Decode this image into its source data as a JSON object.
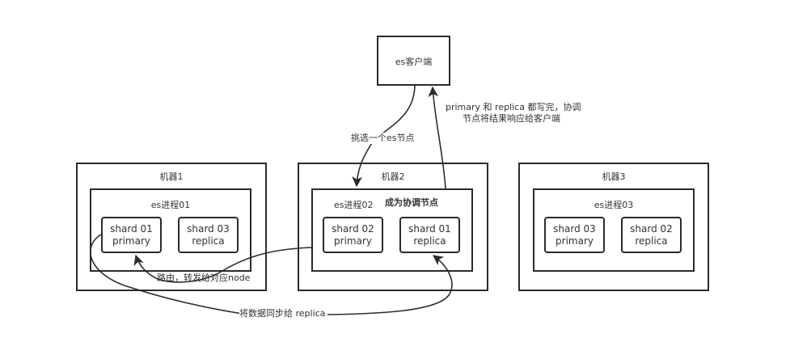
{
  "client": {
    "label": "es客户端"
  },
  "machines": [
    {
      "label": "机器1",
      "process": {
        "label": "es进程01",
        "note": ""
      },
      "shards": [
        {
          "line1": "shard 01",
          "line2": "primary"
        },
        {
          "line1": "shard 03",
          "line2": "replica"
        }
      ]
    },
    {
      "label": "机器2",
      "process": {
        "label": "es进程02",
        "note": "成为协调节点"
      },
      "shards": [
        {
          "line1": "shard 02",
          "line2": "primary"
        },
        {
          "line1": "shard 01",
          "line2": "replica"
        }
      ]
    },
    {
      "label": "机器3",
      "process": {
        "label": "es进程03",
        "note": ""
      },
      "shards": [
        {
          "line1": "shard 03",
          "line2": "primary"
        },
        {
          "line1": "shard 02",
          "line2": "replica"
        }
      ]
    }
  ],
  "edges": {
    "select_node": "挑选一个es节点",
    "response_line1": "primary 和 replica 都写完，协调",
    "response_line2": "节点将结果响应给客户端",
    "route": "路由，转发给对应node",
    "sync": "将数据同步给 replica"
  }
}
